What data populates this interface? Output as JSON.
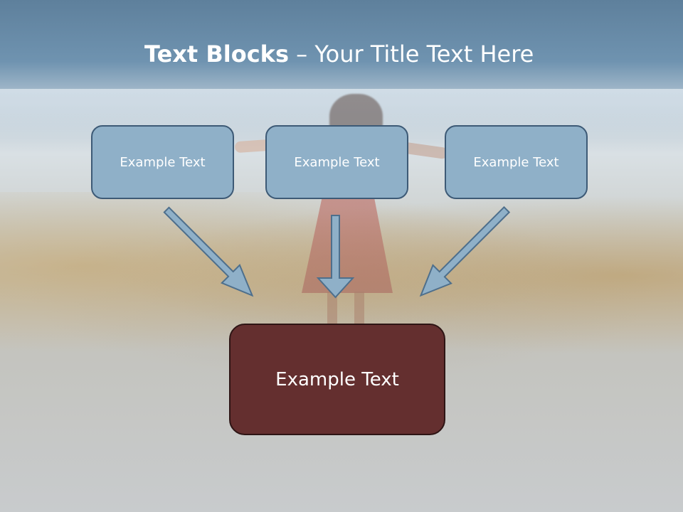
{
  "title": {
    "bold": "Text Blocks",
    "separator": " – ",
    "regular": "Your Title Text Here"
  },
  "boxes": [
    {
      "label": "Example Text"
    },
    {
      "label": "Example Text"
    },
    {
      "label": "Example Text"
    }
  ],
  "target_box": {
    "label": "Example Text"
  },
  "colors": {
    "small_box_fill": "#8fb0c8",
    "small_box_border": "#3d5a76",
    "target_box_fill": "#642f2f",
    "arrow_fill": "#8fb0c8",
    "arrow_stroke": "#4e6f8c"
  }
}
